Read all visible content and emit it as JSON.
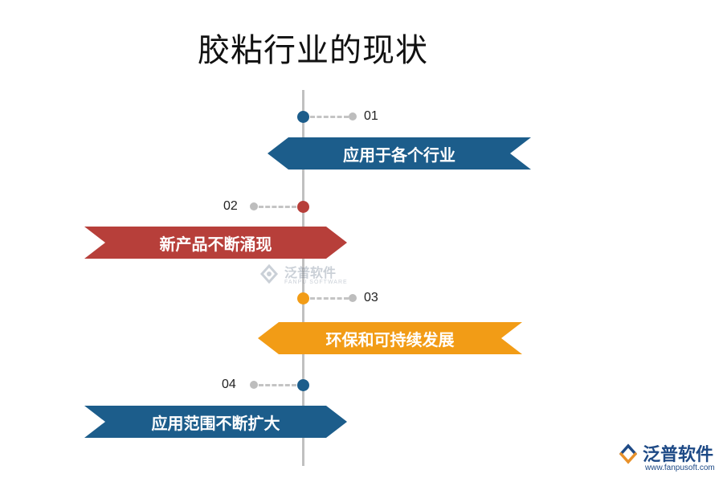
{
  "title": "胶粘行业的现状",
  "colors": {
    "blue": "#1c5d8b",
    "red": "#b73f3a",
    "orange": "#f29c16",
    "axis": "#c0c0c0",
    "connector": "#bdbdbd"
  },
  "items": [
    {
      "number": "01",
      "label": "应用于各个行业",
      "color": "blue",
      "direction": "left",
      "side": "right"
    },
    {
      "number": "02",
      "label": "新产品不断涌现",
      "color": "red",
      "direction": "right",
      "side": "left"
    },
    {
      "number": "03",
      "label": "环保和可持续发展",
      "color": "orange",
      "direction": "left",
      "side": "right"
    },
    {
      "number": "04",
      "label": "应用范围不断扩大",
      "color": "blue",
      "direction": "right",
      "side": "left"
    }
  ],
  "watermark": {
    "name": "泛普软件",
    "sub": "FANPU SOFTWARE"
  },
  "logo": {
    "name": "泛普软件",
    "url": "www.fanpusoft.com"
  }
}
